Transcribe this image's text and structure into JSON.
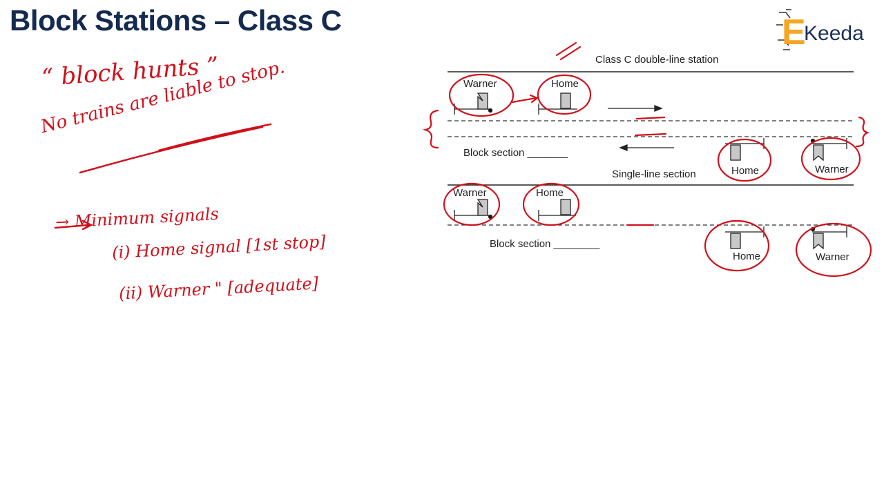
{
  "slide": {
    "title": "Block Stations – Class C",
    "logo_text": "Keeda",
    "logo_mark": "E"
  },
  "notes": {
    "line1": "“ block hunts ”",
    "line2": "No trains are liable to stop.",
    "line3": "→ Minimum signals",
    "line4": "(i) Home signal [1st stop]",
    "line5": "(ii) Warner \" [adequate]"
  },
  "diagram": {
    "heading": "Class C double-line station",
    "block_section_top": "Block section _______",
    "single_line_section": "Single-line section",
    "block_section_bottom": "Block section ________",
    "signals": {
      "warner": "Warner",
      "home": "Home"
    }
  },
  "colors": {
    "title": "#142a4e",
    "annotation": "#d0101a",
    "signal_fill": "#c8c8c8",
    "logo_orange": "#f5a623"
  }
}
